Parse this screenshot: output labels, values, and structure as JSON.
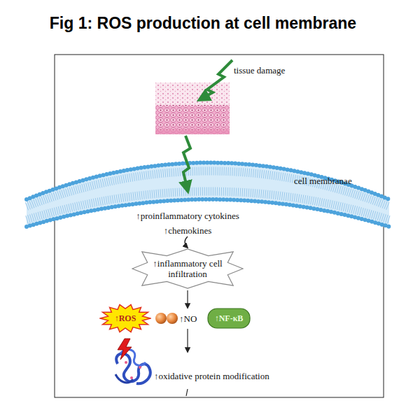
{
  "diagram": {
    "title": "Fig 1: ROS production at cell membrane",
    "nodes": [
      {
        "text": [
          "↑inflammatory cell infiltration"
        ]
      },
      {
        "text": [
          "↑ROS"
        ]
      },
      {
        "text": [
          "↑NF-κB"
        ]
      }
    ],
    "labels": [
      "tissue damage",
      "cell membranae",
      "↑proinflammatory cytokines",
      "↑chemokines",
      "↑NO",
      "↑oxidative protein modification"
    ]
  }
}
